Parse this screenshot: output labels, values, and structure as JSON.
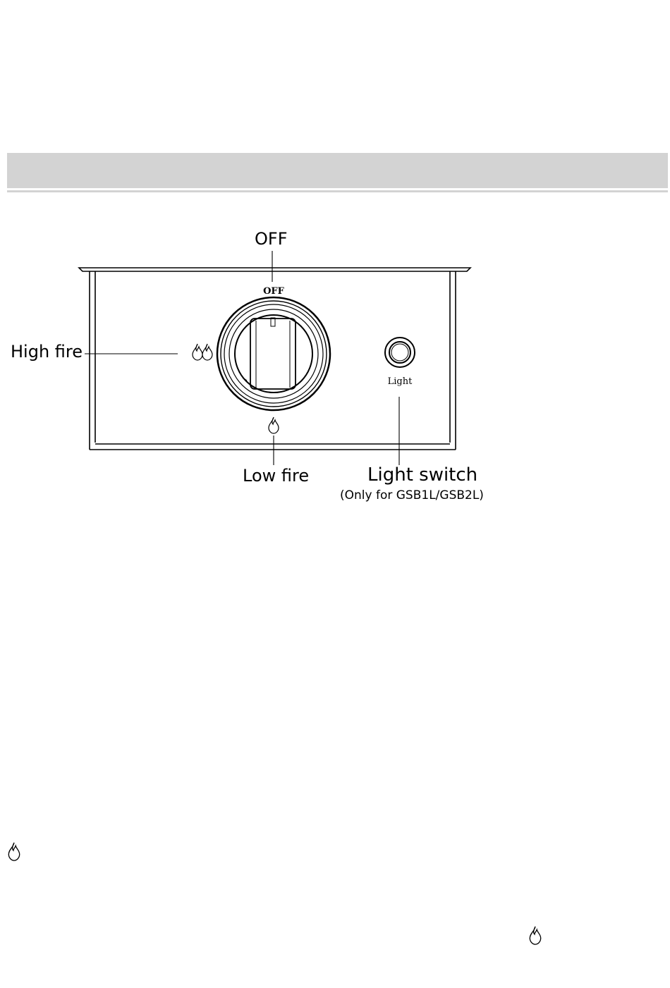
{
  "callouts": {
    "off": "OFF",
    "high_fire": "High fire",
    "low_fire": "Low fire",
    "light_switch": "Light switch",
    "light_switch_note": "(Only for GSB1L/GSB2L)"
  },
  "panel": {
    "off_marking": "OFF",
    "light_marking": "Light"
  },
  "icons": {
    "high_fire": "double-flame-icon",
    "low_fire": "flame-icon",
    "standalone_1": "flame-icon",
    "standalone_2": "flame-icon"
  },
  "colors": {
    "band": "#d3d3d3",
    "line": "#000000"
  }
}
